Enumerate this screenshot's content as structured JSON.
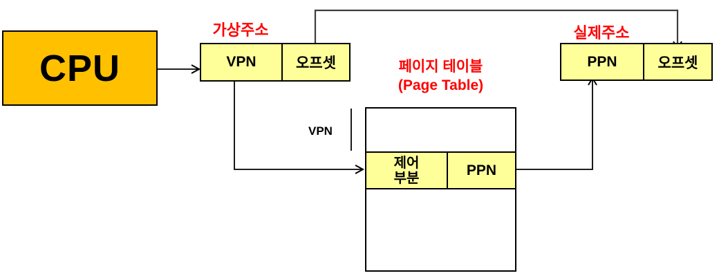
{
  "diagram": {
    "cpu": {
      "label": "CPU"
    },
    "virtual_address": {
      "title": "가상주소",
      "vpn": "VPN",
      "offset": "오프셋"
    },
    "physical_address": {
      "title": "실제주소",
      "ppn": "PPN",
      "offset": "오프셋"
    },
    "page_table": {
      "title_korean": "페이지 테이블",
      "title_english": "(Page Table)",
      "vpn_index_label": "VPN",
      "entry": {
        "control_line1": "제어",
        "control_line2": "부분",
        "ppn": "PPN"
      }
    },
    "colors": {
      "cpu_fill": "#FFC000",
      "cell_fill": "#FFFF99",
      "label_red": "#FF0000",
      "line": "#000000"
    }
  }
}
